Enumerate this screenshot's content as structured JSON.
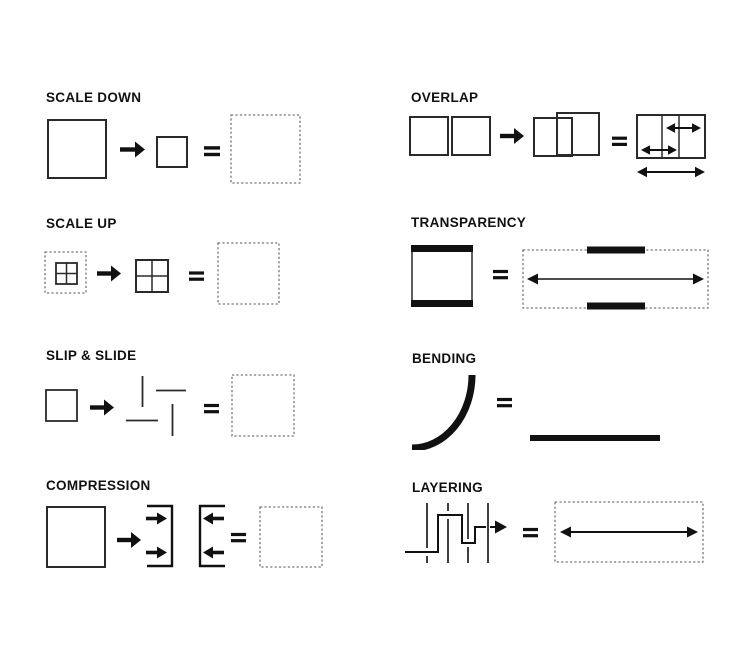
{
  "colors": {
    "background": "#ffffff",
    "ink": "#111111",
    "line": "#2a2a2a",
    "dash": "#777777"
  },
  "glyphs": {
    "arrow_right": "→",
    "equals": "=",
    "double_arrow": "↔"
  },
  "sections": [
    {
      "id": "scale-down",
      "label": "SCALE DOWN"
    },
    {
      "id": "overlap",
      "label": "OVERLAP"
    },
    {
      "id": "scale-up",
      "label": "SCALE UP"
    },
    {
      "id": "transparency",
      "label": "TRANSPARENCY"
    },
    {
      "id": "slip-slide",
      "label": "SLIP & SLIDE"
    },
    {
      "id": "bending",
      "label": "BENDING"
    },
    {
      "id": "compression",
      "label": "COMPRESSION"
    },
    {
      "id": "layering",
      "label": "LAYERING"
    }
  ]
}
